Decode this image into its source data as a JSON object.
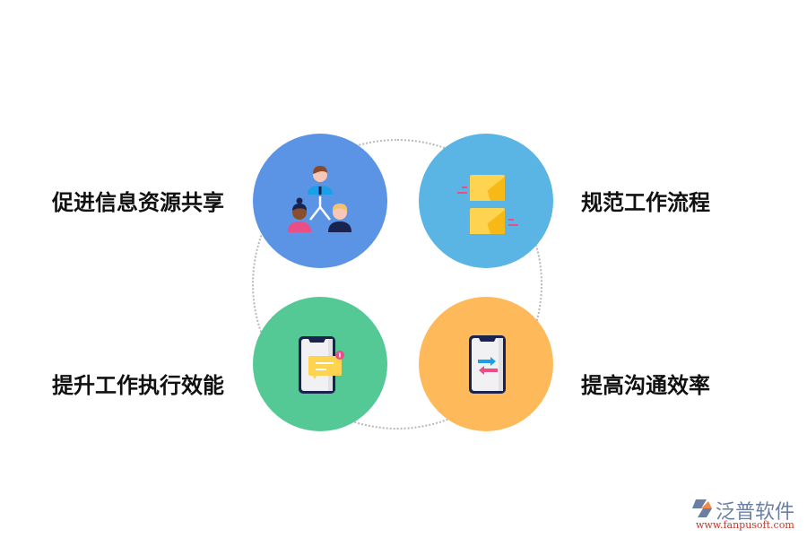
{
  "diagram": {
    "type": "four-quadrant-circle",
    "colors": {
      "top_left": "#5b94e4",
      "top_right": "#5ab4e4",
      "bottom_left": "#55c995",
      "bottom_right": "#fdb95a",
      "ring": "#b8b8b8",
      "label": "#111111"
    },
    "items": [
      {
        "position": "top-left",
        "label": "促进信息资源共享",
        "icon": "team-hierarchy-icon"
      },
      {
        "position": "top-right",
        "label": "规范工作流程",
        "icon": "envelopes-icon"
      },
      {
        "position": "bottom-left",
        "label": "提升工作执行效能",
        "icon": "phone-notification-icon"
      },
      {
        "position": "bottom-right",
        "label": "提高沟通效率",
        "icon": "phone-exchange-icon"
      }
    ]
  },
  "brand": {
    "name": "泛普软件",
    "url": "www.fanpusoft.com"
  }
}
